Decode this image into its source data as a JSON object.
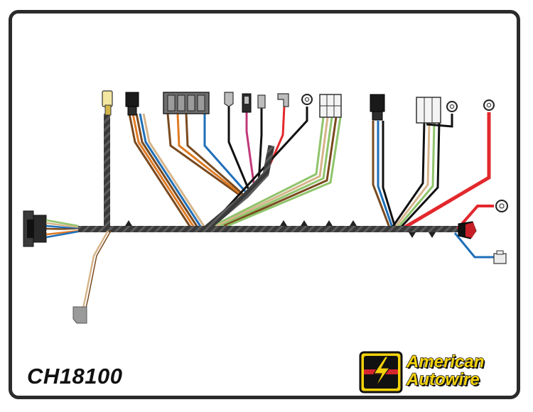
{
  "part_number": "CH18100",
  "brand": {
    "line1": "American",
    "line2": "Autowire",
    "color_yellow": "#f4d20a",
    "color_red": "#d7262d"
  },
  "wire_colors": {
    "brown": "#7a4a1f",
    "orange": "#e07b24",
    "blue": "#1f6fb8",
    "tan": "#d6b48a",
    "green": "#8fc46b",
    "black": "#111111",
    "red": "#e2282d",
    "pink": "#c0397a",
    "white": "#ffffff",
    "loom": "#3a3a3a"
  }
}
